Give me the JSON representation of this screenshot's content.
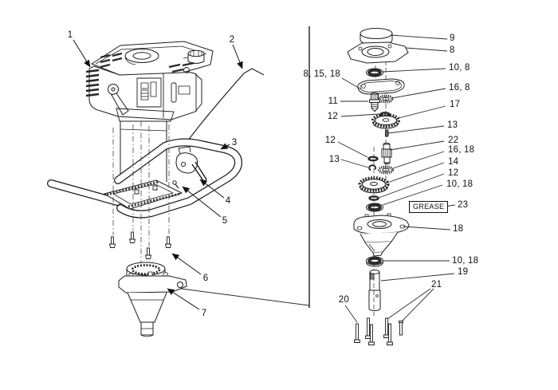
{
  "figure": {
    "description_colors": {
      "line": "#1d1d1d",
      "background": "#ffffff",
      "label_text": "#101010"
    },
    "grease_note": {
      "text": "GREASE"
    }
  },
  "callouts": {
    "n1": "1",
    "n2": "2",
    "n3": "3",
    "n4": "4",
    "n5": "5",
    "n6": "6",
    "n7": "7",
    "n9": "9",
    "n8": "8",
    "n10_8": "10, 8",
    "n8_15_18": "8, 15, 18",
    "n16_8": "16, 8",
    "n11": "11",
    "n17": "17",
    "n12a": "12",
    "n13a": "13",
    "n22": "22",
    "n16_18": "16, 18",
    "n13b": "13",
    "n14": "14",
    "n12b": "12",
    "n12c": "12",
    "n10_18a": "10, 18",
    "n23": "23",
    "n18": "18",
    "n10_18b": "10, 18",
    "n19": "19",
    "n21": "21",
    "n20": "20"
  }
}
